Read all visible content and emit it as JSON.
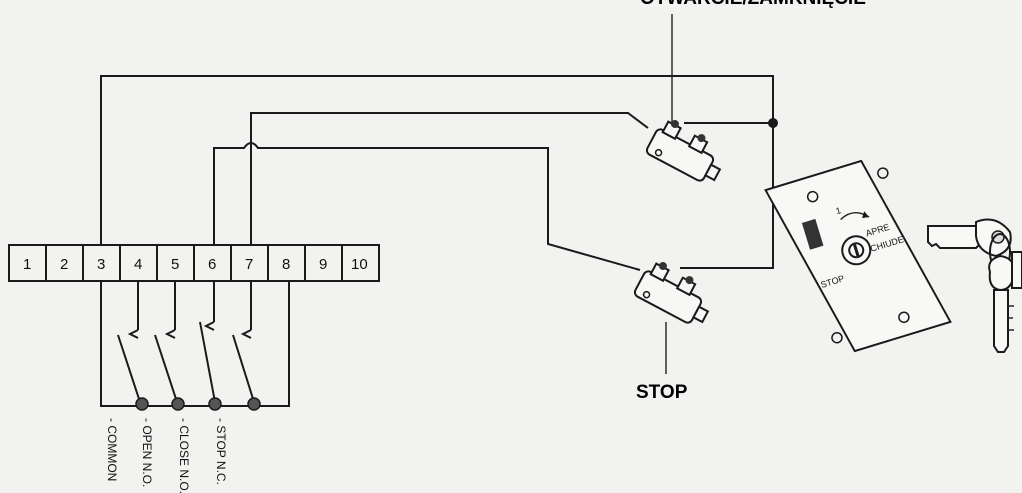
{
  "labels": {
    "top_label": "OTWARCIE/ZAMKNIĘCIE",
    "bottom_label": "STOP"
  },
  "terminals": [
    "1",
    "2",
    "3",
    "4",
    "5",
    "6",
    "7",
    "8",
    "9",
    "10"
  ],
  "terminal_captions": [
    "- COMMON",
    "- OPEN N.O.",
    "- CLOSE N.O.",
    "- STOP N.C."
  ],
  "key_plate": {
    "stop_text": "STOP",
    "apre_text": "APRE",
    "chiude_text": "CHIUDE",
    "arrow_digit": "1"
  },
  "colors": {
    "wire": "#1a1a1a",
    "background": "#f2f2f0"
  }
}
